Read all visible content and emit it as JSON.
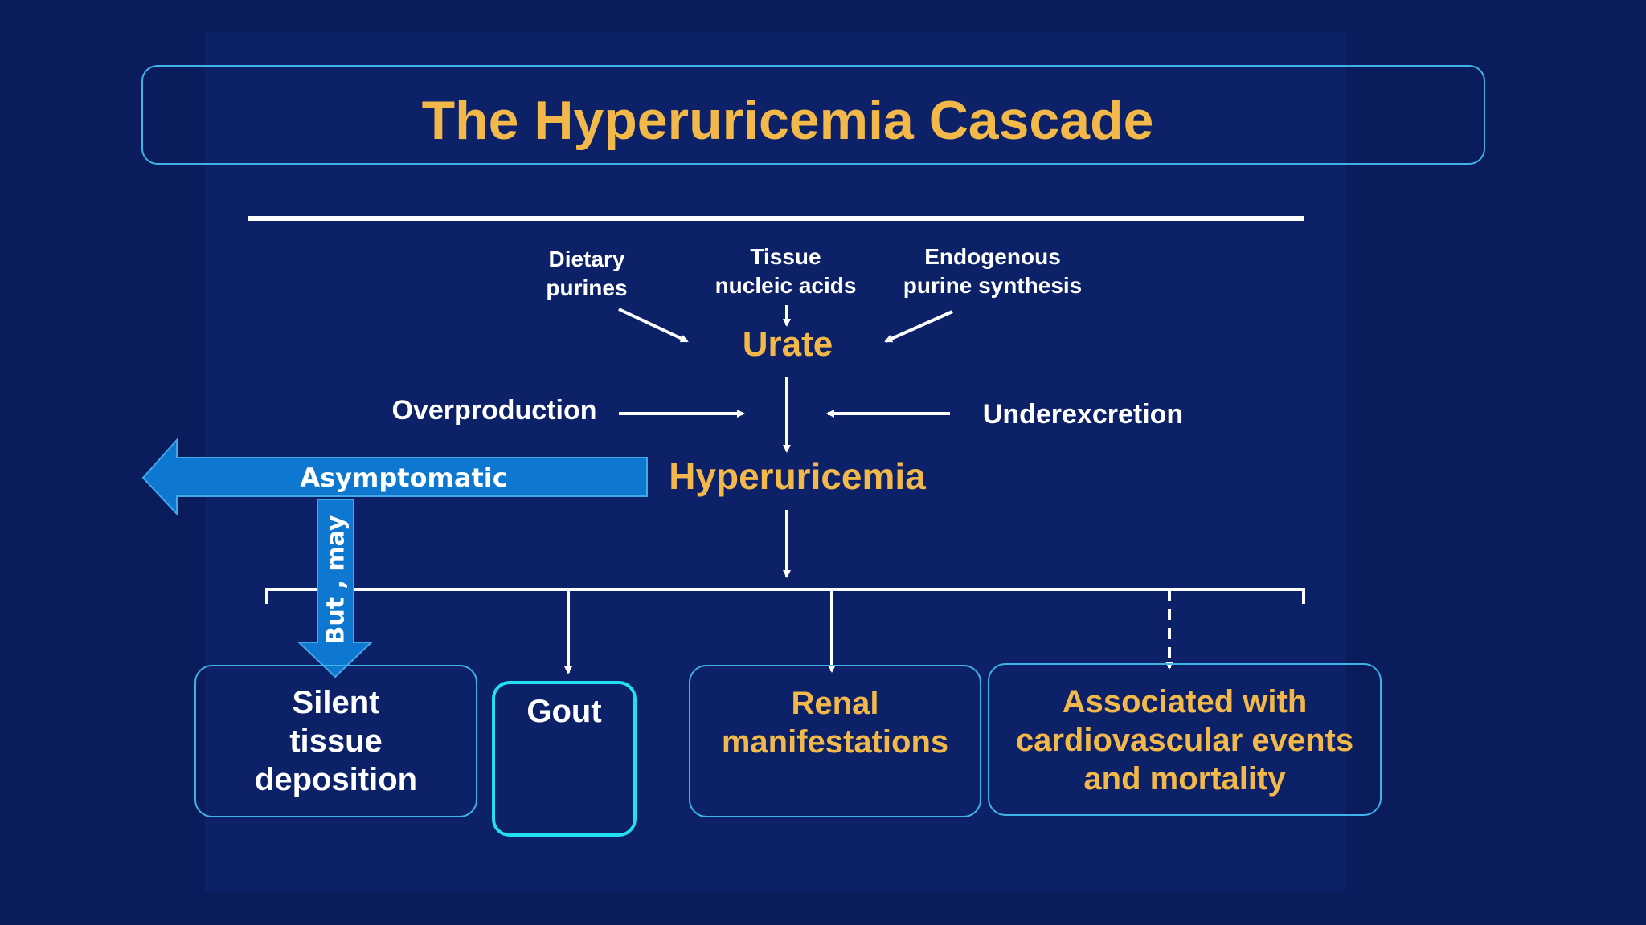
{
  "title": "The Hyperuricemia Cascade",
  "sources": {
    "dietary": "Dietary\npurines",
    "tissue": "Tissue\nnucleic acids",
    "endogenous": "Endogenous\npurine synthesis"
  },
  "urate": "Urate",
  "overproduction": "Overproduction",
  "underexcretion": "Underexcretion",
  "hyperuricemia": "Hyperuricemia",
  "asymptomatic": "Asymptomatic",
  "but_may": "But , may",
  "outcomes": {
    "silent": "Silent\ntissue\ndeposition",
    "gout": "Gout",
    "renal": "Renal\nmanifestations",
    "cardio": "Associated with\ncardiovascular events\nand mortality"
  },
  "colors": {
    "background": "#0a1c5c",
    "accent_gold": "#f2b84a",
    "box_border": "#3fb3e8",
    "gout_border": "#22e0f2",
    "arrow_blue": "#0e78d0"
  }
}
